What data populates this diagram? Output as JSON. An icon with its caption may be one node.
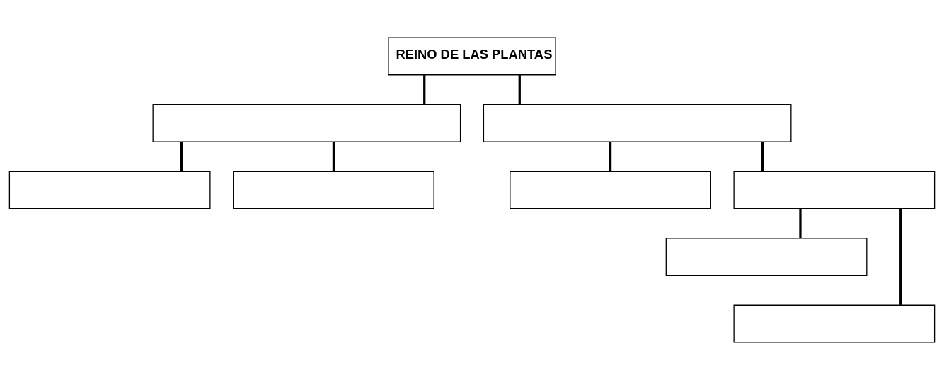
{
  "diagram": {
    "nodes": [
      {
        "text": [
          "REINO DE LAS PLANTAS"
        ]
      },
      {
        "text": [],
        "shape": "box"
      },
      {
        "text": [],
        "shape": "box"
      },
      {
        "text": [],
        "shape": "box"
      },
      {
        "text": [],
        "shape": "box"
      },
      {
        "text": [],
        "shape": "box"
      },
      {
        "text": [],
        "shape": "box"
      },
      {
        "text": [],
        "shape": "box"
      },
      {
        "text": [],
        "shape": "box"
      }
    ],
    "edges": [
      {
        "from": 0,
        "to": 1,
        "arrow": "none"
      },
      {
        "from": 0,
        "to": 2,
        "arrow": "none"
      },
      {
        "from": 1,
        "to": 3,
        "arrow": "none"
      },
      {
        "from": 1,
        "to": 4,
        "arrow": "none"
      },
      {
        "from": 2,
        "to": 5,
        "arrow": "none"
      },
      {
        "from": 2,
        "to": 6,
        "arrow": "none"
      },
      {
        "from": 6,
        "to": 7,
        "arrow": "none"
      },
      {
        "from": 6,
        "to": 8,
        "arrow": "none"
      }
    ]
  }
}
